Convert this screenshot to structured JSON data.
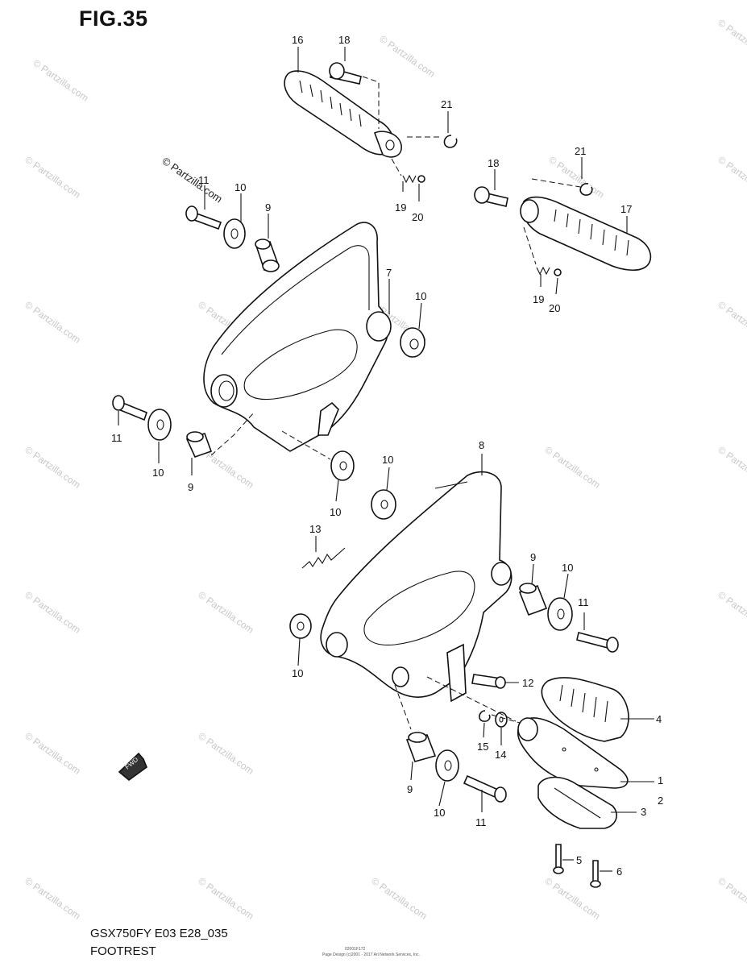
{
  "figure": {
    "title": "FIG.35",
    "model_code": "GSX750FY E03 E28_035",
    "name": "FOOTREST",
    "watermark": "© Partzilla.com",
    "fwd_label": "FWD",
    "tiny_top": "02001F172",
    "tiny_bottom": "Page Design (c)2001 - 2017 Ari Network Services, Inc."
  },
  "callouts": [
    {
      "id": "c16",
      "text": "16"
    },
    {
      "id": "c18a",
      "text": "18"
    },
    {
      "id": "c21a",
      "text": "21"
    },
    {
      "id": "c18b",
      "text": "18"
    },
    {
      "id": "c21b",
      "text": "21"
    },
    {
      "id": "c17",
      "text": "17"
    },
    {
      "id": "c19a",
      "text": "19"
    },
    {
      "id": "c20a",
      "text": "20"
    },
    {
      "id": "c11a",
      "text": "11"
    },
    {
      "id": "c10a",
      "text": "10"
    },
    {
      "id": "c9a",
      "text": "9"
    },
    {
      "id": "c7",
      "text": "7"
    },
    {
      "id": "c10b",
      "text": "10"
    },
    {
      "id": "c19b",
      "text": "19"
    },
    {
      "id": "c20b",
      "text": "20"
    },
    {
      "id": "c11b",
      "text": "11"
    },
    {
      "id": "c10c",
      "text": "10"
    },
    {
      "id": "c9b",
      "text": "9"
    },
    {
      "id": "c8",
      "text": "8"
    },
    {
      "id": "c10d",
      "text": "10"
    },
    {
      "id": "c10e",
      "text": "10"
    },
    {
      "id": "c13",
      "text": "13"
    },
    {
      "id": "c9c",
      "text": "9"
    },
    {
      "id": "c10f",
      "text": "10"
    },
    {
      "id": "c11c",
      "text": "11"
    },
    {
      "id": "c10g",
      "text": "10"
    },
    {
      "id": "c12",
      "text": "12"
    },
    {
      "id": "c4",
      "text": "4"
    },
    {
      "id": "c15",
      "text": "15"
    },
    {
      "id": "c14",
      "text": "14"
    },
    {
      "id": "c1",
      "text": "1"
    },
    {
      "id": "c2",
      "text": "2"
    },
    {
      "id": "c9d",
      "text": "9"
    },
    {
      "id": "c10h",
      "text": "10"
    },
    {
      "id": "c11d",
      "text": "11"
    },
    {
      "id": "c3",
      "text": "3"
    },
    {
      "id": "c5",
      "text": "5"
    },
    {
      "id": "c6",
      "text": "6"
    }
  ]
}
